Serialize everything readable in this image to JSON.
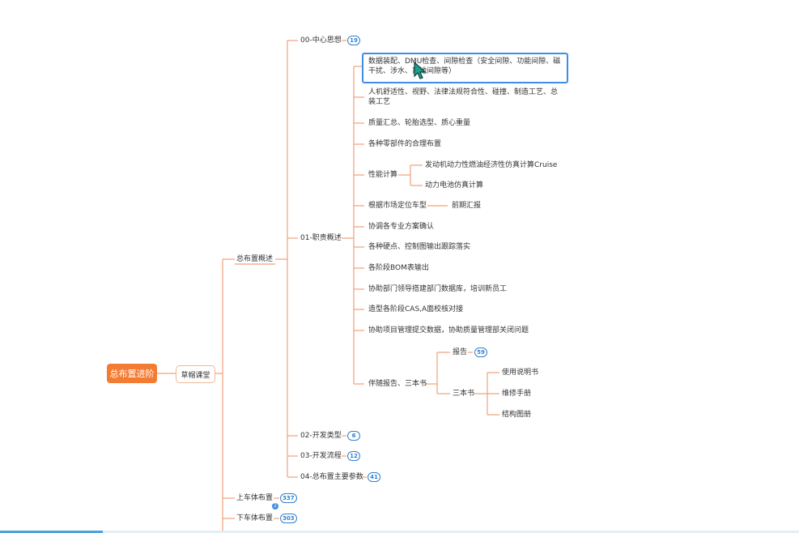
{
  "root": {
    "label": "总布置进阶"
  },
  "sub": {
    "label": "草帽课堂"
  },
  "level1": [
    {
      "label": "总布置概述"
    },
    {
      "label": "上车体布置",
      "badge": "337",
      "dot": "2"
    },
    {
      "label": "下车体布置",
      "badge": "303"
    }
  ],
  "overview": [
    {
      "label": "00-中心思想",
      "badge": "19"
    },
    {
      "label": "01-职责概述"
    },
    {
      "label": "02-开发类型",
      "badge": "6"
    },
    {
      "label": "03-开发流程",
      "badge": "12"
    },
    {
      "label": "04-总布置主要参数",
      "badge": "41"
    }
  ],
  "duties": [
    {
      "label": "数据装配、DMU检查、间隙检查（安全间隙、功能间隙、磁干扰、涉水、离地间隙等）"
    },
    {
      "label": "人机舒适性、视野、法律法规符合性、碰撞、制造工艺、总装工艺"
    },
    {
      "label": "质量汇总、轮胎选型、质心重量"
    },
    {
      "label": "各种零部件的合理布置"
    },
    {
      "label": "性能计算"
    },
    {
      "label": "根据市场定位车型"
    },
    {
      "label": "协调各专业方案确认"
    },
    {
      "label": "各种硬点、控制图输出跟踪落实"
    },
    {
      "label": "各阶段BOM表输出"
    },
    {
      "label": "协助部门领导搭建部门数据库，培训新员工"
    },
    {
      "label": "造型各阶段CAS,A面校核对接"
    },
    {
      "label": "协助项目管理提交数据，协助质量管理部关闭问题"
    },
    {
      "label": "伴随报告、三本书"
    }
  ],
  "performance": [
    {
      "label": "发动机动力性燃油经济性仿真计算Cruise"
    },
    {
      "label": "动力电池仿真计算"
    }
  ],
  "market": {
    "label": "前期汇报"
  },
  "report": [
    {
      "label": "报告",
      "badge": "59"
    },
    {
      "label": "三本书"
    }
  ],
  "books": [
    {
      "label": "使用说明书"
    },
    {
      "label": "维修手册"
    },
    {
      "label": "结构图册"
    }
  ],
  "colors": {
    "line": "#f0a07a",
    "root": "#f47b32",
    "badge": "#2f7fd1",
    "select": "#3e8ee8"
  }
}
